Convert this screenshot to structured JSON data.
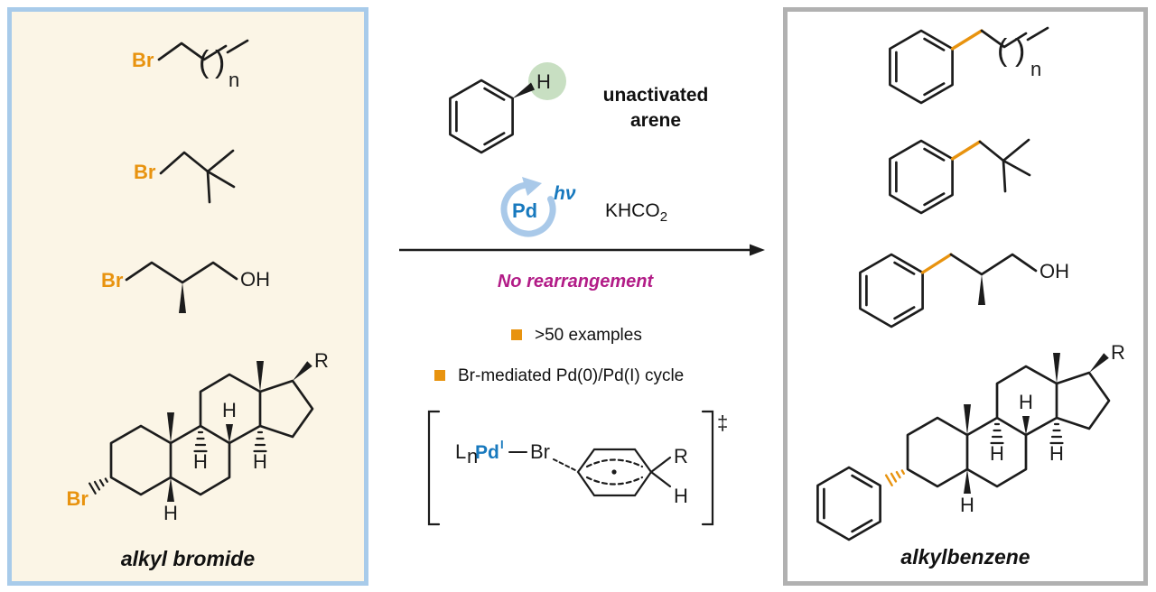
{
  "left_panel": {
    "caption": "alkyl bromide"
  },
  "right_panel": {
    "caption": "alkylbenzene"
  },
  "reaction": {
    "arene_label_line1": "unactivated",
    "arene_label_line2": "arene",
    "catalyst": "Pd",
    "light": "hν",
    "reagent_main": "KHCO",
    "reagent_sub": "2",
    "highlight_note": "No rearrangement",
    "bullets": [
      ">50 examples",
      "Br-mediated Pd(0)/Pd(I) cycle"
    ],
    "transition_state": {
      "ligand": "L",
      "ligand_sub": "n",
      "metal": "Pd",
      "metal_ox": "I",
      "halide": "Br",
      "substituent": "R",
      "hydrogen": "H",
      "double_dagger": "‡"
    }
  },
  "glyphs": {
    "bromine": "Br",
    "hydroxyl": "OH",
    "hydrogen": "H",
    "substituent_r": "R",
    "repeat_n": "n",
    "paren_open": "(",
    "paren_close": ")"
  },
  "colors": {
    "bromine_orange": "#E8930F",
    "pd_blue": "#1879BE",
    "cycle_light_blue": "#A9C9E9",
    "arene_h_green": "#C8DFC2",
    "note_magenta": "#B21C87",
    "left_panel_bg": "#FBF5E6",
    "left_panel_border": "#A8CBEA",
    "right_panel_border": "#B1B1B1"
  }
}
